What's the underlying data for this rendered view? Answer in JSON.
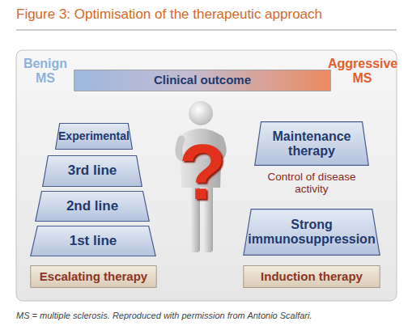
{
  "diagram": {
    "title": "Figure 3: Optimisation of the therapeutic approach",
    "caption": "MS = multiple sclerosis. Reproduced with permission from Antonio Scalfari.",
    "nodes": [
      {
        "text": [
          "Clinical outcome"
        ]
      },
      {
        "text": [
          "Experimental"
        ]
      },
      {
        "text": [
          "Maintenance therapy"
        ]
      },
      {
        "text": [
          "3rd line"
        ]
      },
      {
        "text": [
          "2nd line"
        ]
      },
      {
        "text": [
          "Strong immunosuppression"
        ]
      },
      {
        "text": [
          "1st line"
        ]
      },
      {
        "text": [
          "Escalating therapy"
        ]
      },
      {
        "text": [
          "Induction therapy"
        ]
      }
    ],
    "labels": [
      "Benign MS",
      "Aggressive MS",
      "Control of disease activity",
      "?"
    ]
  }
}
